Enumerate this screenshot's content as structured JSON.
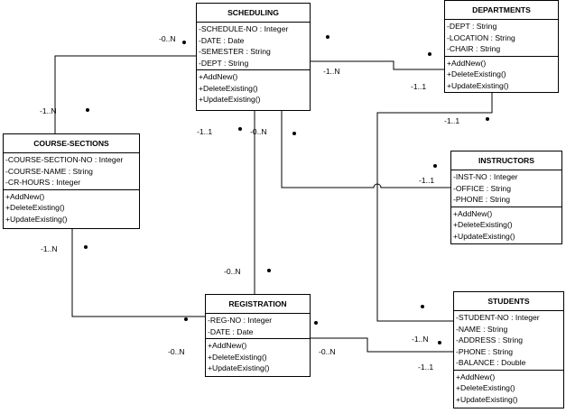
{
  "classes": {
    "scheduling": {
      "name": "SCHEDULING",
      "attributes": [
        "-SCHEDULE-NO : Integer",
        "-DATE : Date",
        "-SEMESTER : String",
        "-DEPT : String"
      ],
      "operations": [
        "+AddNew()",
        "+DeleteExisting()",
        "+UpdateExisting()"
      ]
    },
    "departments": {
      "name": "DEPARTMENTS",
      "attributes": [
        "-DEPT : String",
        "-LOCATION : String",
        "-CHAIR : String"
      ],
      "operations": [
        "+AddNew()",
        "+DeleteExisting()",
        "+UpdateExisting()"
      ]
    },
    "course_sections": {
      "name": "COURSE-SECTIONS",
      "attributes": [
        "-COURSE-SECTION-NO : Integer",
        "-COURSE-NAME : String",
        "-CR-HOURS : Integer"
      ],
      "operations": [
        "+AddNew()",
        "+DeleteExisting()",
        "+UpdateExisting()"
      ]
    },
    "instructors": {
      "name": "INSTRUCTORS",
      "attributes": [
        "-INST-NO : Integer",
        "-OFFICE : String",
        "-PHONE : String"
      ],
      "operations": [
        "+AddNew()",
        "+DeleteExisting()",
        "+UpdateExisting()"
      ]
    },
    "registration": {
      "name": "REGISTRATION",
      "attributes": [
        "-REG-NO : Integer",
        "-DATE : Date"
      ],
      "operations": [
        "+AddNew()",
        "+DeleteExisting()",
        "+UpdateExisting()"
      ]
    },
    "students": {
      "name": "STUDENTS",
      "attributes": [
        "-STUDENT-NO : Integer",
        "-NAME : String",
        "-ADDRESS : String",
        "-PHONE : String",
        "-BALANCE : Double"
      ],
      "operations": [
        "+AddNew()",
        "+DeleteExisting()",
        "+UpdateExisting()"
      ]
    }
  },
  "multiplicities": {
    "cs_sched_sched": "-0..N",
    "cs_sched_cs": "-1..N",
    "sched_dept_sched": "-1..N",
    "sched_dept_dept": "-1..1",
    "sched_reg_sched": "-1..1",
    "sched_reg_reg": "-0..N",
    "sched_instr_sched": "-0..N",
    "sched_instr_instr": "-1..1",
    "dept_stud_dept": "-1..1",
    "dept_stud_stud": "-1..N",
    "cs_reg_cs": "-1..N",
    "cs_reg_reg": "-0..N",
    "reg_stud_reg": "-0..N",
    "reg_stud_stud": "-1..1"
  }
}
